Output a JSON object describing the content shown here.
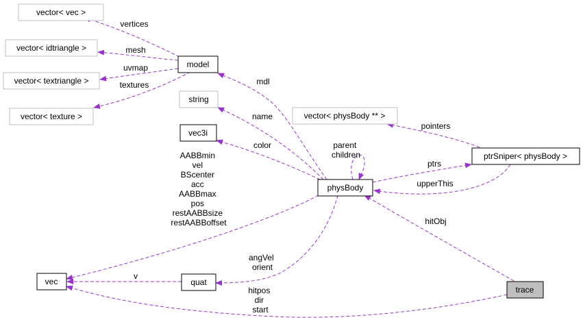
{
  "nodes": {
    "vector_vec": "vector< vec >",
    "vector_idtriangle": "vector< idtriangle >",
    "vector_textriangle": "vector< textriangle >",
    "vector_texture": "vector< texture >",
    "model": "model",
    "string": "string",
    "vec3i": "vec3i",
    "vector_physbody": "vector< physBody ** >",
    "ptrsniper": "ptrSniper< physBody >",
    "physbody": "physBody",
    "vec": "vec",
    "quat": "quat",
    "trace": "trace"
  },
  "edges": {
    "vertices": [
      "vertices"
    ],
    "mesh": [
      "mesh"
    ],
    "uvmap": [
      "uvmap"
    ],
    "textures": [
      "textures"
    ],
    "mdl": [
      "mdl"
    ],
    "name": [
      "name"
    ],
    "color": [
      "color"
    ],
    "pointers": [
      "pointers"
    ],
    "parent_children": [
      "parent",
      "children"
    ],
    "ptrs": [
      "ptrs"
    ],
    "upperthis": [
      "upperThis"
    ],
    "hitobj": [
      "hitObj"
    ],
    "physbody_vec": [
      "AABBmin",
      "vel",
      "BScenter",
      "acc",
      "AABBmax",
      "pos",
      "restAABBsize",
      "restAABBoffset"
    ],
    "quat_vec": [
      "v"
    ],
    "quat_physbody": [
      "angVel",
      "orient"
    ],
    "trace_vec": [
      "hitpos",
      "dir",
      "start"
    ]
  },
  "colors": {
    "edge": "#9a32cd",
    "external_border": "#bfbfbf",
    "focus_fill": "#bfbfbf"
  }
}
